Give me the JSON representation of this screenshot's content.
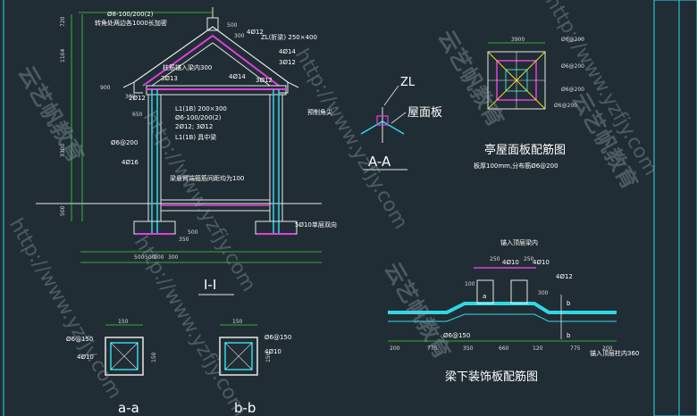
{
  "section_main": {
    "title": "I-I",
    "labels": {
      "top_rebar": "Ø8-100/200(2)",
      "top_note": "转角处两边各1000长加密",
      "zl_beam": "ZL(折梁) 250×400",
      "r1": "4Ø12",
      "r2": "4Ø14",
      "r3": "3Ø12",
      "r4": "4Ø14",
      "r5": "3Ø12",
      "r6": "3Ø13",
      "inner": "柱筋锚入梁内300",
      "l1a": "L1(1B) 200×300",
      "l1b": "Ø6-100/200(2)",
      "l1c": "2Ø12; 3Ø12",
      "l1d": "L1(1B) 具中梁",
      "stirrup": "Ø6@200",
      "col_main": "4Ø16",
      "hook": "梁悬臂端箍筋间距均为100",
      "s1": "2Ø12",
      "precast": "预制角尖",
      "bottom": "5Ø10单层双向"
    },
    "dims": {
      "d1": "720",
      "d2": "1104",
      "d3": "3300",
      "d4": "500",
      "d5": "900",
      "d6": "300",
      "d7": "650",
      "d8": "350",
      "d9": "500",
      "d10": "500",
      "d11": "500",
      "d12": "900",
      "d13": "300",
      "d14": "300",
      "d15": "500"
    }
  },
  "detail_aa": {
    "zl": "ZL",
    "slab": "屋面板",
    "title": "A-A"
  },
  "roof_plan": {
    "dim": "3900",
    "r1": "Ø6@200",
    "r2": "Ø6@200",
    "r3": "Ø6@200",
    "r4": "Ø6@200",
    "title": "亭屋面板配筋图",
    "subtitle": "板厚100mm,分布筋Ø6@200"
  },
  "beam_detail": {
    "title": "梁下装饰板配筋图",
    "top_note": "锚入顶层梁内",
    "r1": "4Ø10",
    "r2": "4Ø10",
    "r3": "4Ø12",
    "stirrup": "Ø6@150",
    "sec_a": "a",
    "sec_b": "b",
    "d250a": "250",
    "d250b": "250",
    "d100": "100",
    "d200a": "200",
    "d775a": "775",
    "d350": "350",
    "d660": "660",
    "d120": "120",
    "d775b": "775",
    "d200b": "200",
    "anchor": "锚入顶层柱内360",
    "d300": "300"
  },
  "section_a": {
    "title": "a-a",
    "d150top": "150",
    "d150side": "150",
    "stirrup": "Ø6@150",
    "main": "4Ø10"
  },
  "section_b": {
    "title": "b-b",
    "d150top": "150",
    "d150side": "150",
    "stirrup": "Ø6@150",
    "main": "4Ø10"
  },
  "watermarks": {
    "url": "http://www.yzfjy.com",
    "cn": "云艺帆教育"
  },
  "colors": {
    "background": "#212d34",
    "line_white": "#e8e8e8",
    "rebar_magenta": "#e040e0",
    "dim_green": "#36d936",
    "cyan": "#30d8e8",
    "yellow": "#e8e020"
  }
}
